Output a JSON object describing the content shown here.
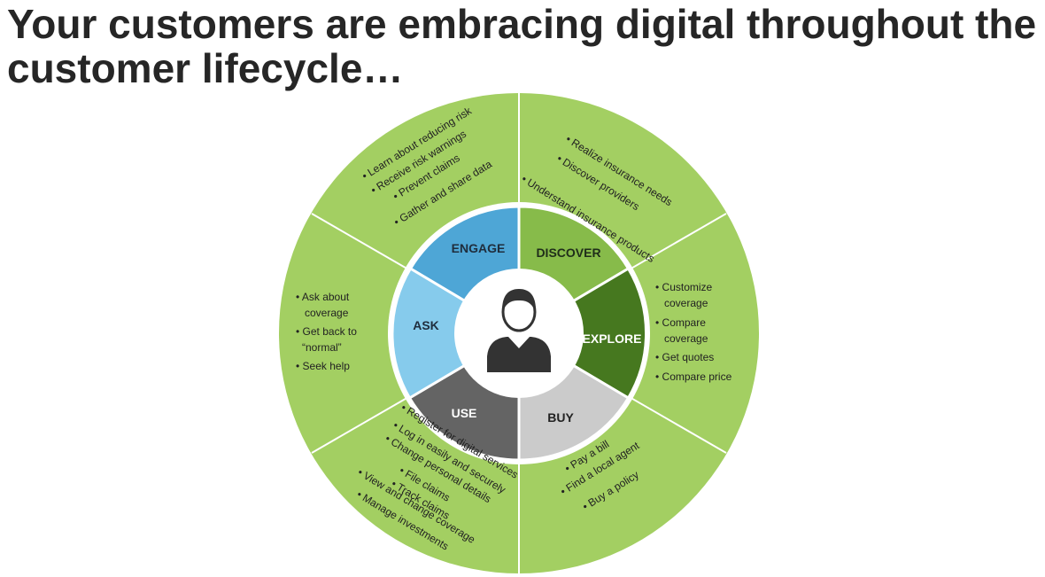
{
  "title": {
    "line1": "Your customers are embracing digital throughout the",
    "line2": "customer lifecycle…"
  },
  "colors": {
    "outer_ring": "#a3cf62",
    "divider": "#ffffff",
    "center_bg": "#ffffff",
    "person": "#333333"
  },
  "stages": [
    {
      "label": "ENGAGE",
      "color": "#4ea6d6",
      "text_color": "#1f2d3d"
    },
    {
      "label": "DISCOVER",
      "color": "#87bb4a",
      "text_color": "#1f2d1a"
    },
    {
      "label": "EXPLORE",
      "color": "#46781f",
      "text_color": "#ffffff"
    },
    {
      "label": "BUY",
      "color": "#cbcbcb",
      "text_color": "#222222"
    },
    {
      "label": "USE",
      "color": "#646464",
      "text_color": "#ffffff"
    },
    {
      "label": "ASK",
      "color": "#86cbec",
      "text_color": "#1f2d3d"
    }
  ],
  "outer": {
    "engage": [
      "Learn about reducing risk",
      "Receive risk warnings",
      "Prevent claims",
      "Gather and share data"
    ],
    "discover": [
      "Realize insurance needs",
      "Discover providers",
      "Understand insurance products"
    ],
    "explore": [
      "Customize",
      "coverage",
      "Compare",
      "coverage",
      "Get quotes",
      "Compare price"
    ],
    "buy": [
      "Pay a bill",
      "Find a local agent",
      "Buy a policy"
    ],
    "use": [
      "Register for digital services",
      "Log in easily and securely",
      "Change personal details",
      "File claims",
      "Track claims",
      "View and change coverage",
      "Manage investments"
    ],
    "ask": [
      "Ask about",
      "coverage",
      "Get back to",
      "“normal”",
      "Seek help"
    ]
  },
  "icons": {
    "center": "person-icon"
  }
}
